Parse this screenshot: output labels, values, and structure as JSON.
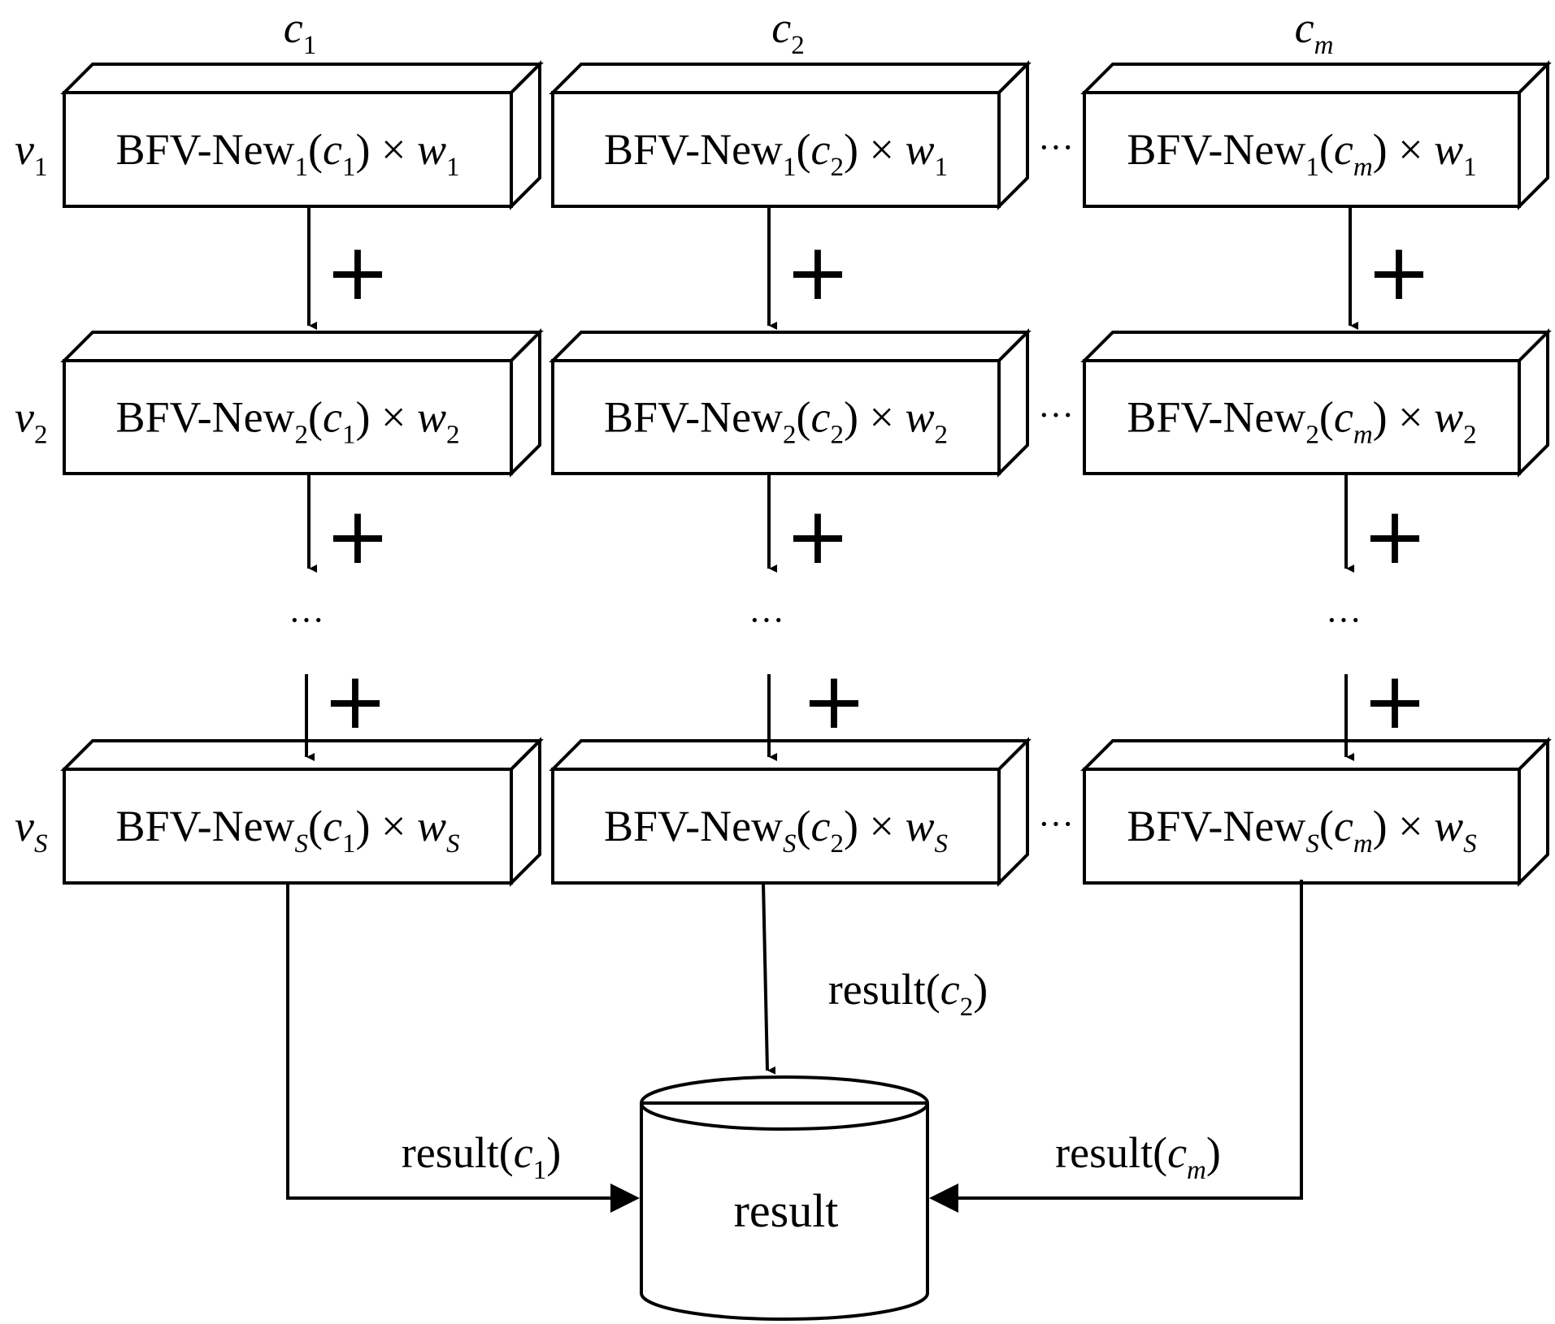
{
  "columns": [
    {
      "var": "c",
      "sub": "1"
    },
    {
      "var": "c",
      "sub": "2"
    },
    {
      "var": "c",
      "sub": "m"
    }
  ],
  "rows": [
    {
      "var": "v",
      "sub": "1",
      "weight": "w",
      "wsub": "1"
    },
    {
      "var": "v",
      "sub": "2",
      "weight": "w",
      "wsub": "2"
    },
    {
      "var": "v",
      "sub": "S",
      "weight": "w",
      "wsub": "S"
    }
  ],
  "box_prefix": "BFV-New",
  "times_symbol": "×",
  "plus_symbol": "+",
  "ellipsis_symbol": "···",
  "results": [
    {
      "label": "result(",
      "var": "c",
      "sub": "1",
      "close": ")"
    },
    {
      "label": "result(",
      "var": "c",
      "sub": "2",
      "close": ")"
    },
    {
      "label": "result(",
      "var": "c",
      "sub": "m",
      "close": ")"
    }
  ],
  "database_label": "result"
}
